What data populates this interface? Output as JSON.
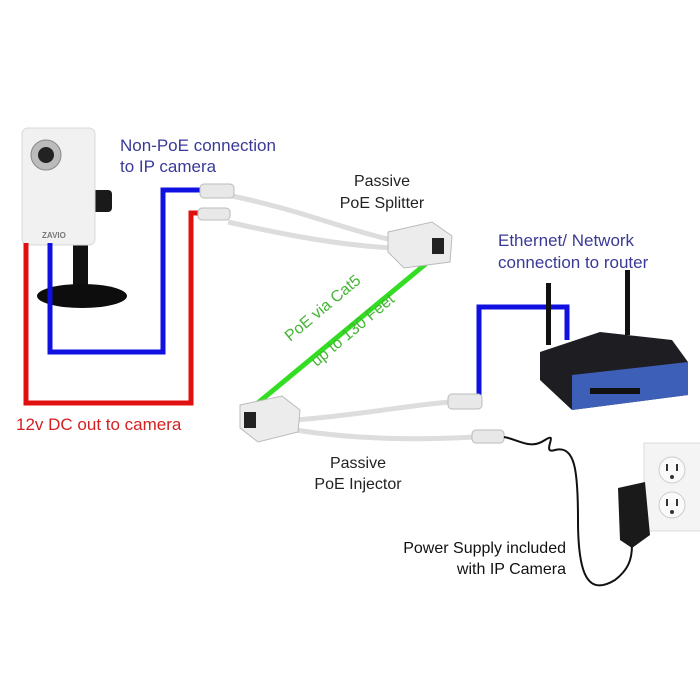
{
  "labels": {
    "non_poe_line1": "Non-PoE connection",
    "non_poe_line2": "to IP camera",
    "splitter_line1": "Passive",
    "splitter_line2": "PoE Splitter",
    "ethernet_line1": "Ethernet/ Network",
    "ethernet_line2": "connection to router",
    "cat5_line1": "PoE via Cat5",
    "cat5_line2": "up to 130 Feet",
    "dc_out": "12v DC out to camera",
    "injector_line1": "Passive",
    "injector_line2": "PoE Injector",
    "power_line1": "Power Supply included",
    "power_line2": "with IP Camera",
    "camera_brand": "ZAVIO"
  },
  "colors": {
    "data_line": "#1010e0",
    "power_line": "#e01010",
    "poe_line": "#33dd22",
    "blue_text": "#3a3a96",
    "red_text": "#d42020",
    "green_text": "#45b535",
    "router_blue": "#3d5fb8"
  }
}
